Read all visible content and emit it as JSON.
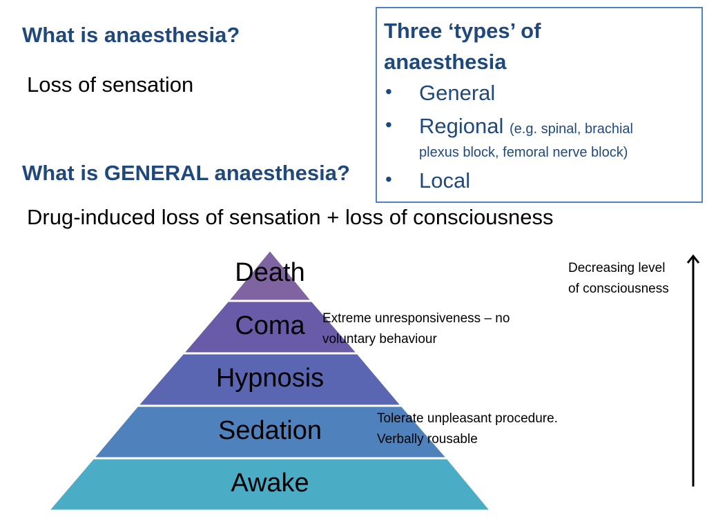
{
  "q1": "What is anaesthesia?",
  "a1": "Loss of sensation",
  "q2": "What is GENERAL anaesthesia?",
  "a2": "Drug-induced loss of sensation + loss of consciousness",
  "types_box": {
    "title": "Three ‘types’ of anaesthesia",
    "bullet": "•",
    "items": [
      {
        "label": "General",
        "note": ""
      },
      {
        "label": "Regional",
        "note": "(e.g. spinal, brachial",
        "note2": "plexus block, femoral nerve block)"
      },
      {
        "label": "Local",
        "note": ""
      }
    ]
  },
  "pyramid": {
    "levels": [
      {
        "label": "Death",
        "color": "#8064a2"
      },
      {
        "label": "Coma",
        "color": "#6a5ba8"
      },
      {
        "label": "Hypnosis",
        "color": "#5a66b2"
      },
      {
        "label": "Sedation",
        "color": "#4f81bd"
      },
      {
        "label": "Awake",
        "color": "#4bacc6"
      }
    ]
  },
  "annotations": {
    "coma": [
      "Extreme unresponsiveness – no",
      "voluntary behaviour"
    ],
    "sedation": [
      "Tolerate unpleasant procedure.",
      "Verbally rousable"
    ]
  },
  "arrow": {
    "label_line1": "Decreasing level",
    "label_line2": "of consciousness"
  },
  "colors": {
    "heading": "#1f497d",
    "box_border": "#4f81bd"
  }
}
